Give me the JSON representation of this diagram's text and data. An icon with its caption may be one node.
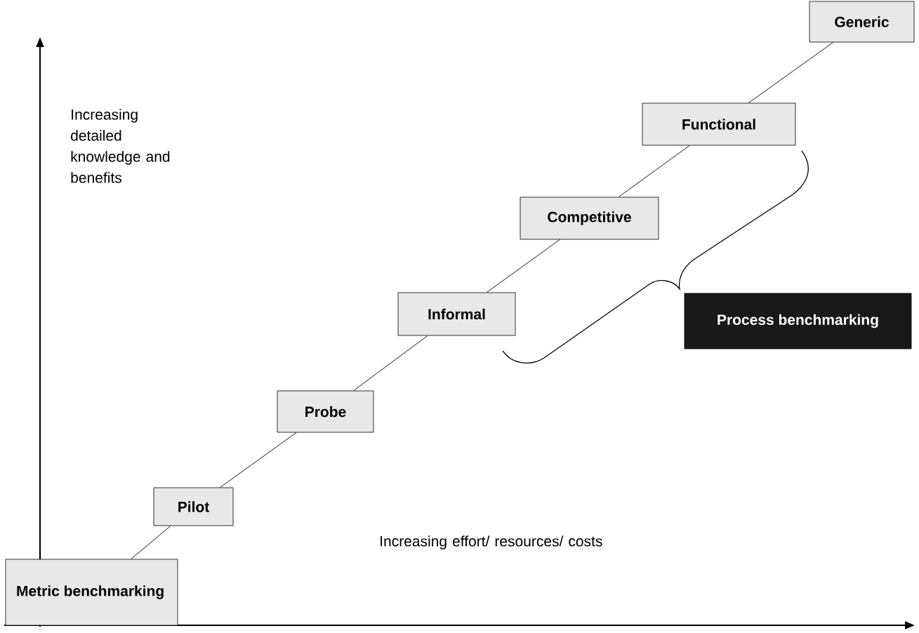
{
  "diagram": {
    "nodes": [
      {
        "text": [
          "Metric benchmarking"
        ]
      },
      {
        "text": [
          "Pilot"
        ]
      },
      {
        "text": [
          "Probe"
        ]
      },
      {
        "text": [
          "Informal"
        ]
      },
      {
        "text": [
          "Competitive"
        ]
      },
      {
        "text": [
          "Functional"
        ]
      },
      {
        "text": [
          "Generic"
        ]
      },
      {
        "text": [
          "Process benchmarking"
        ]
      }
    ],
    "edges": [
      {
        "from": 0,
        "to": 1,
        "arrow": "none"
      },
      {
        "from": 1,
        "to": 2,
        "arrow": "none"
      },
      {
        "from": 2,
        "to": 3,
        "arrow": "none"
      },
      {
        "from": 3,
        "to": 4,
        "arrow": "none"
      },
      {
        "from": 4,
        "to": 5,
        "arrow": "none"
      },
      {
        "from": 5,
        "to": 6,
        "arrow": "none"
      }
    ],
    "labels": [
      "Increasing detailed knowledge and benefits",
      "Increasing effort/ resources/ costs"
    ]
  }
}
